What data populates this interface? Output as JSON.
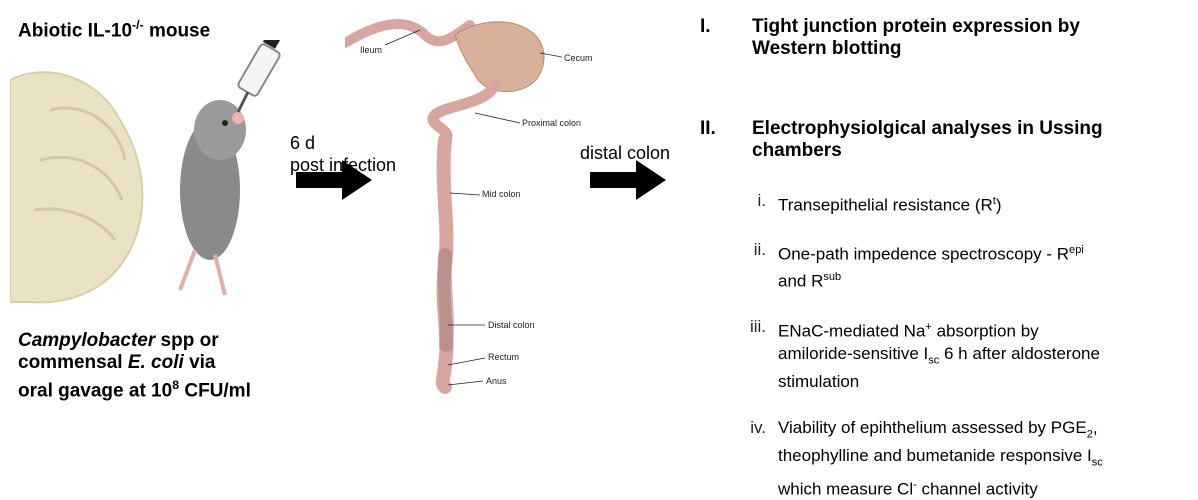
{
  "left": {
    "title": "Abiotic IL-10",
    "title_sup": "-/-",
    "title_tail": " mouse",
    "caption": {
      "line1_italic": "Campylobacter",
      "line1_rest": " spp or",
      "line2_plain": "commensal ",
      "line2_italic": "E. coli",
      "line2_rest": " via",
      "line3_plain": "oral gavage at 10",
      "line3_sup": "8",
      "line3_rest": " CFU/ml"
    }
  },
  "arrow1": {
    "line1": "6 d",
    "line2": "post infection"
  },
  "arrow2": {
    "label": "distal colon"
  },
  "gut_labels": {
    "ileum": "Ileum",
    "cecum": "Cecum",
    "proximal": "Proximal colon",
    "mid": "Mid colon",
    "distal": "Distal colon",
    "rectum": "Rectum",
    "anus": "Anus"
  },
  "right": {
    "h1": {
      "num": "I.",
      "line1": "Tight junction protein expression by",
      "line2": "Western blotting"
    },
    "h2": {
      "num": "II.",
      "line1": "Electrophysiolgical analyses in Ussing",
      "line2": "chambers"
    },
    "items": {
      "i": {
        "num": "i.",
        "text": "Transepithelial resistance (R",
        "sup": "t",
        "tail": ")"
      },
      "ii": {
        "num": "ii.",
        "text": "One-path impedence spectroscopy -  R",
        "sup1": "epi",
        "line2": "and R",
        "sup2": "sub"
      },
      "iii": {
        "num": "iii.",
        "line1a": "ENaC-mediated Na",
        "line1sup": "+",
        "line1b": " absorption by",
        "line2a": "amiloride-sensitive I",
        "line2sub": "sc",
        "line2b": " 6 h after aldosterone",
        "line3": "stimulation"
      },
      "iv": {
        "num": "iv.",
        "line1a": "Viability of epihthelium assessed by PGE",
        "line1sub": "2",
        "line1b": ",",
        "line2a": "theophylline and bumetanide responsive I",
        "line2sub": "sc",
        "line3a": "which measure Cl",
        "line3sup": "-",
        "line3b": " channel activity"
      }
    }
  },
  "colors": {
    "gut": "#d8a6a0",
    "gut_dark": "#b57c78",
    "glove": "#e9e2c4",
    "mouse": "#8a8a8a"
  }
}
